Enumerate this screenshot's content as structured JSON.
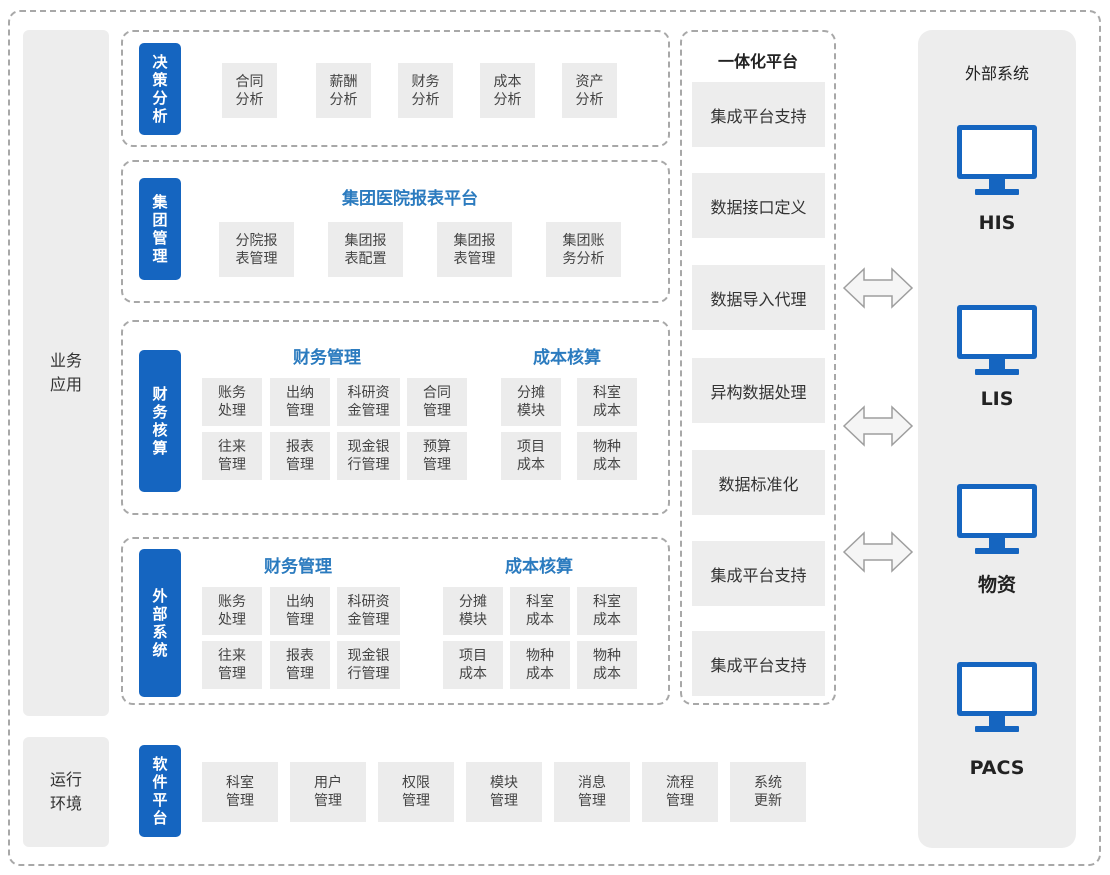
{
  "left_labels": {
    "business": "业务\n应用",
    "runtime": "运行\n环境"
  },
  "decision": {
    "tag": "决策分析",
    "items": [
      "合同\n分析",
      "薪酬\n分析",
      "财务\n分析",
      "成本\n分析",
      "资产\n分析"
    ]
  },
  "group_mgmt": {
    "tag": "集团管理",
    "title": "集团医院报表平台",
    "items": [
      "分院报\n表管理",
      "集团报\n表配置",
      "集团报\n表管理",
      "集团账\n务分析"
    ]
  },
  "finance": {
    "tag": "财务核算",
    "title_fin": "财务管理",
    "title_cost": "成本核算",
    "fin_items": [
      "账务\n处理",
      "出纳\n管理",
      "科研资\n金管理",
      "合同\n管理",
      "往来\n管理",
      "报表\n管理",
      "现金银\n行管理",
      "预算\n管理"
    ],
    "cost_items": [
      "分摊\n模块",
      "科室\n成本",
      "项目\n成本",
      "物种\n成本"
    ]
  },
  "external": {
    "tag": "外部系统",
    "title_fin": "财务管理",
    "title_cost": "成本核算",
    "fin_items": [
      "账务\n处理",
      "出纳\n管理",
      "科研资\n金管理",
      "往来\n管理",
      "报表\n管理",
      "现金银\n行管理"
    ],
    "cost_items": [
      "分摊\n模块",
      "科室\n成本",
      "科室\n成本",
      "项目\n成本",
      "物种\n成本",
      "物种\n成本"
    ]
  },
  "software": {
    "tag": "软件平台",
    "items": [
      "科室\n管理",
      "用户\n管理",
      "权限\n管理",
      "模块\n管理",
      "消息\n管理",
      "流程\n管理",
      "系统\n更新"
    ]
  },
  "integration": {
    "title": "一体化平台",
    "items": [
      "集成平台支持",
      "数据接口定义",
      "数据导入代理",
      "异构数据处理",
      "数据标准化",
      "集成平台支持",
      "集成平台支持"
    ]
  },
  "external_systems": {
    "title": "外部系统",
    "items": [
      "HIS",
      "LIS",
      "物资",
      "PACS"
    ]
  },
  "colors": {
    "accent": "#1565c0",
    "title_blue": "#2b7bbf",
    "box_bg": "#ececec"
  },
  "icons": {
    "monitor": "monitor-icon",
    "arrow": "double-arrow-icon"
  }
}
